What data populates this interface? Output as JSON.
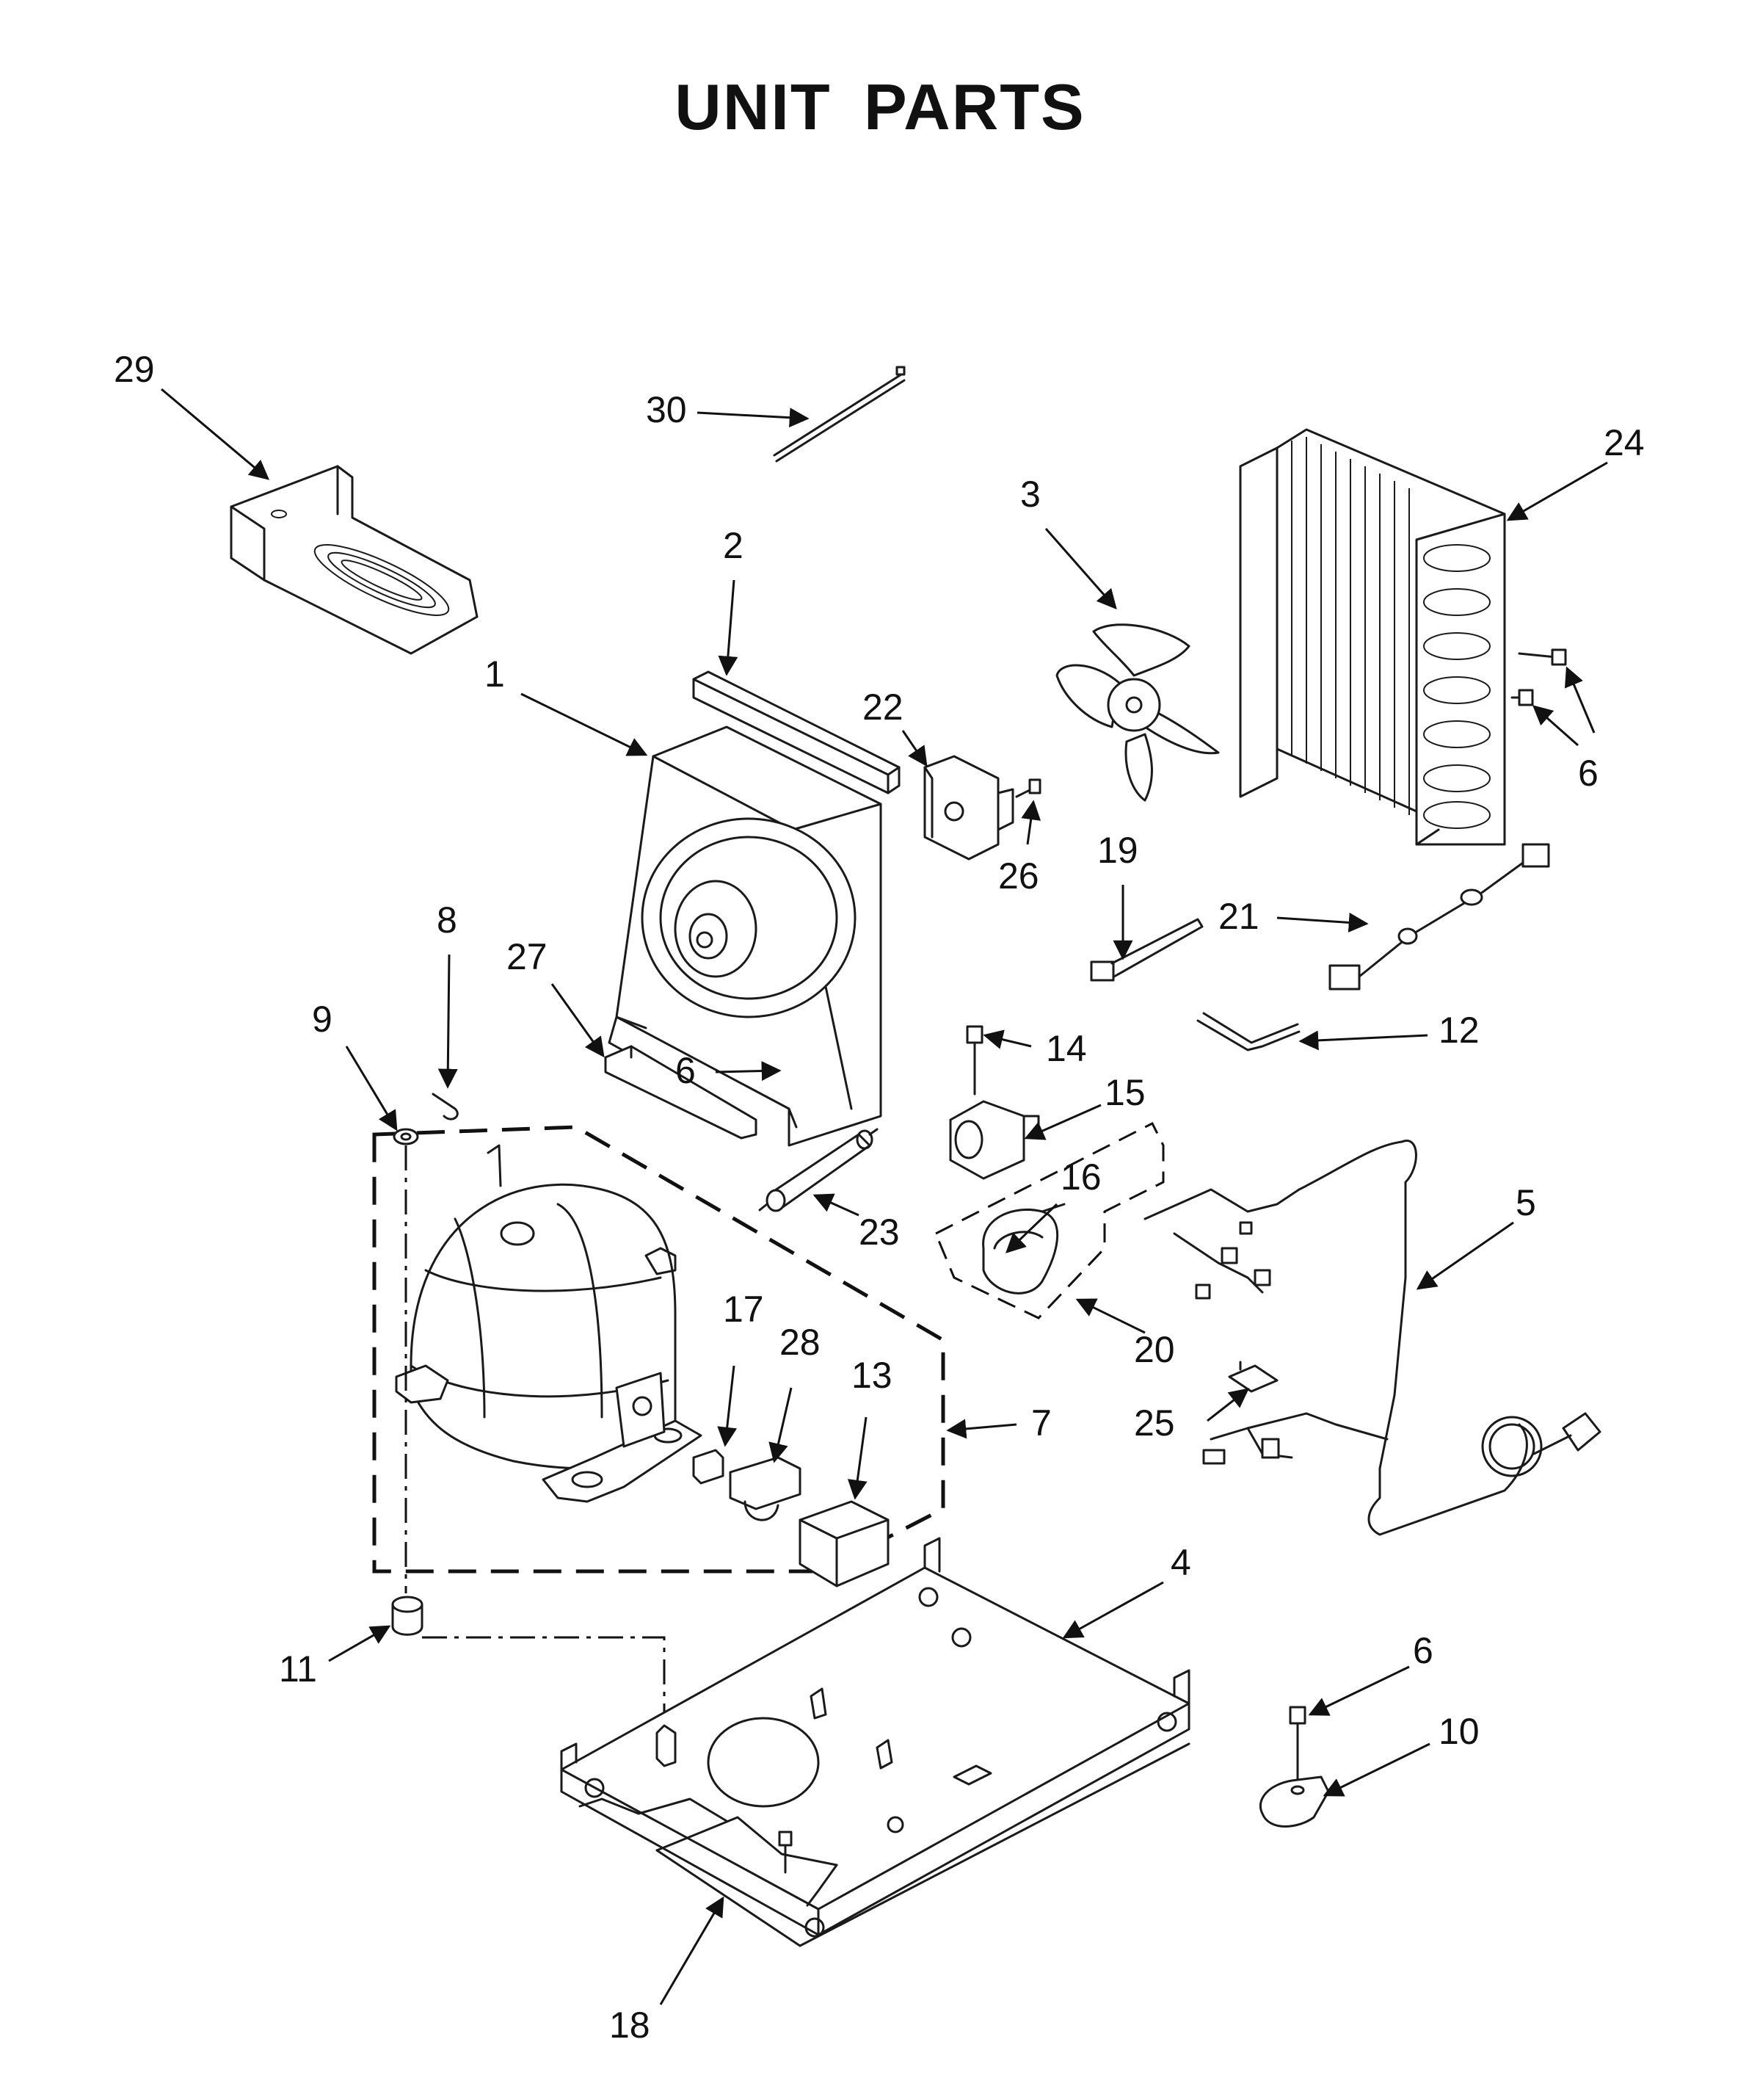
{
  "title": "UNIT PARTS",
  "callouts": [
    {
      "id": "29",
      "label": "29",
      "part": "drain-pan"
    },
    {
      "id": "30",
      "label": "30",
      "part": "cable-tie"
    },
    {
      "id": "2",
      "label": "2",
      "part": "foam-strip"
    },
    {
      "id": "1",
      "label": "1",
      "part": "fan-shroud-assembly"
    },
    {
      "id": "22",
      "label": "22",
      "part": "fan-motor"
    },
    {
      "id": "26",
      "label": "26",
      "part": "motor-screw"
    },
    {
      "id": "3",
      "label": "3",
      "part": "fan-blade"
    },
    {
      "id": "24",
      "label": "24",
      "part": "condenser"
    },
    {
      "id": "6a",
      "label": "6",
      "part": "condenser-screw"
    },
    {
      "id": "19",
      "label": "19",
      "part": "cable-tie-mount"
    },
    {
      "id": "21",
      "label": "21",
      "part": "wire-harness-connector"
    },
    {
      "id": "8",
      "label": "8",
      "part": "clip"
    },
    {
      "id": "27",
      "label": "27",
      "part": "shroud-bracket"
    },
    {
      "id": "9",
      "label": "9",
      "part": "washer"
    },
    {
      "id": "6b",
      "label": "6",
      "part": "shroud-screw"
    },
    {
      "id": "14",
      "label": "14",
      "part": "valve-screw"
    },
    {
      "id": "12",
      "label": "12",
      "part": "tube"
    },
    {
      "id": "15",
      "label": "15",
      "part": "solenoid-valve"
    },
    {
      "id": "16",
      "label": "16",
      "part": "heater-loop"
    },
    {
      "id": "23",
      "label": "23",
      "part": "drier"
    },
    {
      "id": "5",
      "label": "5",
      "part": "power-cord-harness"
    },
    {
      "id": "17",
      "label": "17",
      "part": "overload-clip"
    },
    {
      "id": "28",
      "label": "28",
      "part": "relay"
    },
    {
      "id": "13",
      "label": "13",
      "part": "cover"
    },
    {
      "id": "7",
      "label": "7",
      "part": "compressor-kit"
    },
    {
      "id": "20",
      "label": "20",
      "part": "valve-kit"
    },
    {
      "id": "25",
      "label": "25",
      "part": "clamp"
    },
    {
      "id": "4",
      "label": "4",
      "part": "base-plate"
    },
    {
      "id": "11",
      "label": "11",
      "part": "grommet"
    },
    {
      "id": "6c",
      "label": "6",
      "part": "clamp-screw"
    },
    {
      "id": "10",
      "label": "10",
      "part": "cord-clamp"
    },
    {
      "id": "18",
      "label": "18",
      "part": "insulation-pad"
    }
  ]
}
